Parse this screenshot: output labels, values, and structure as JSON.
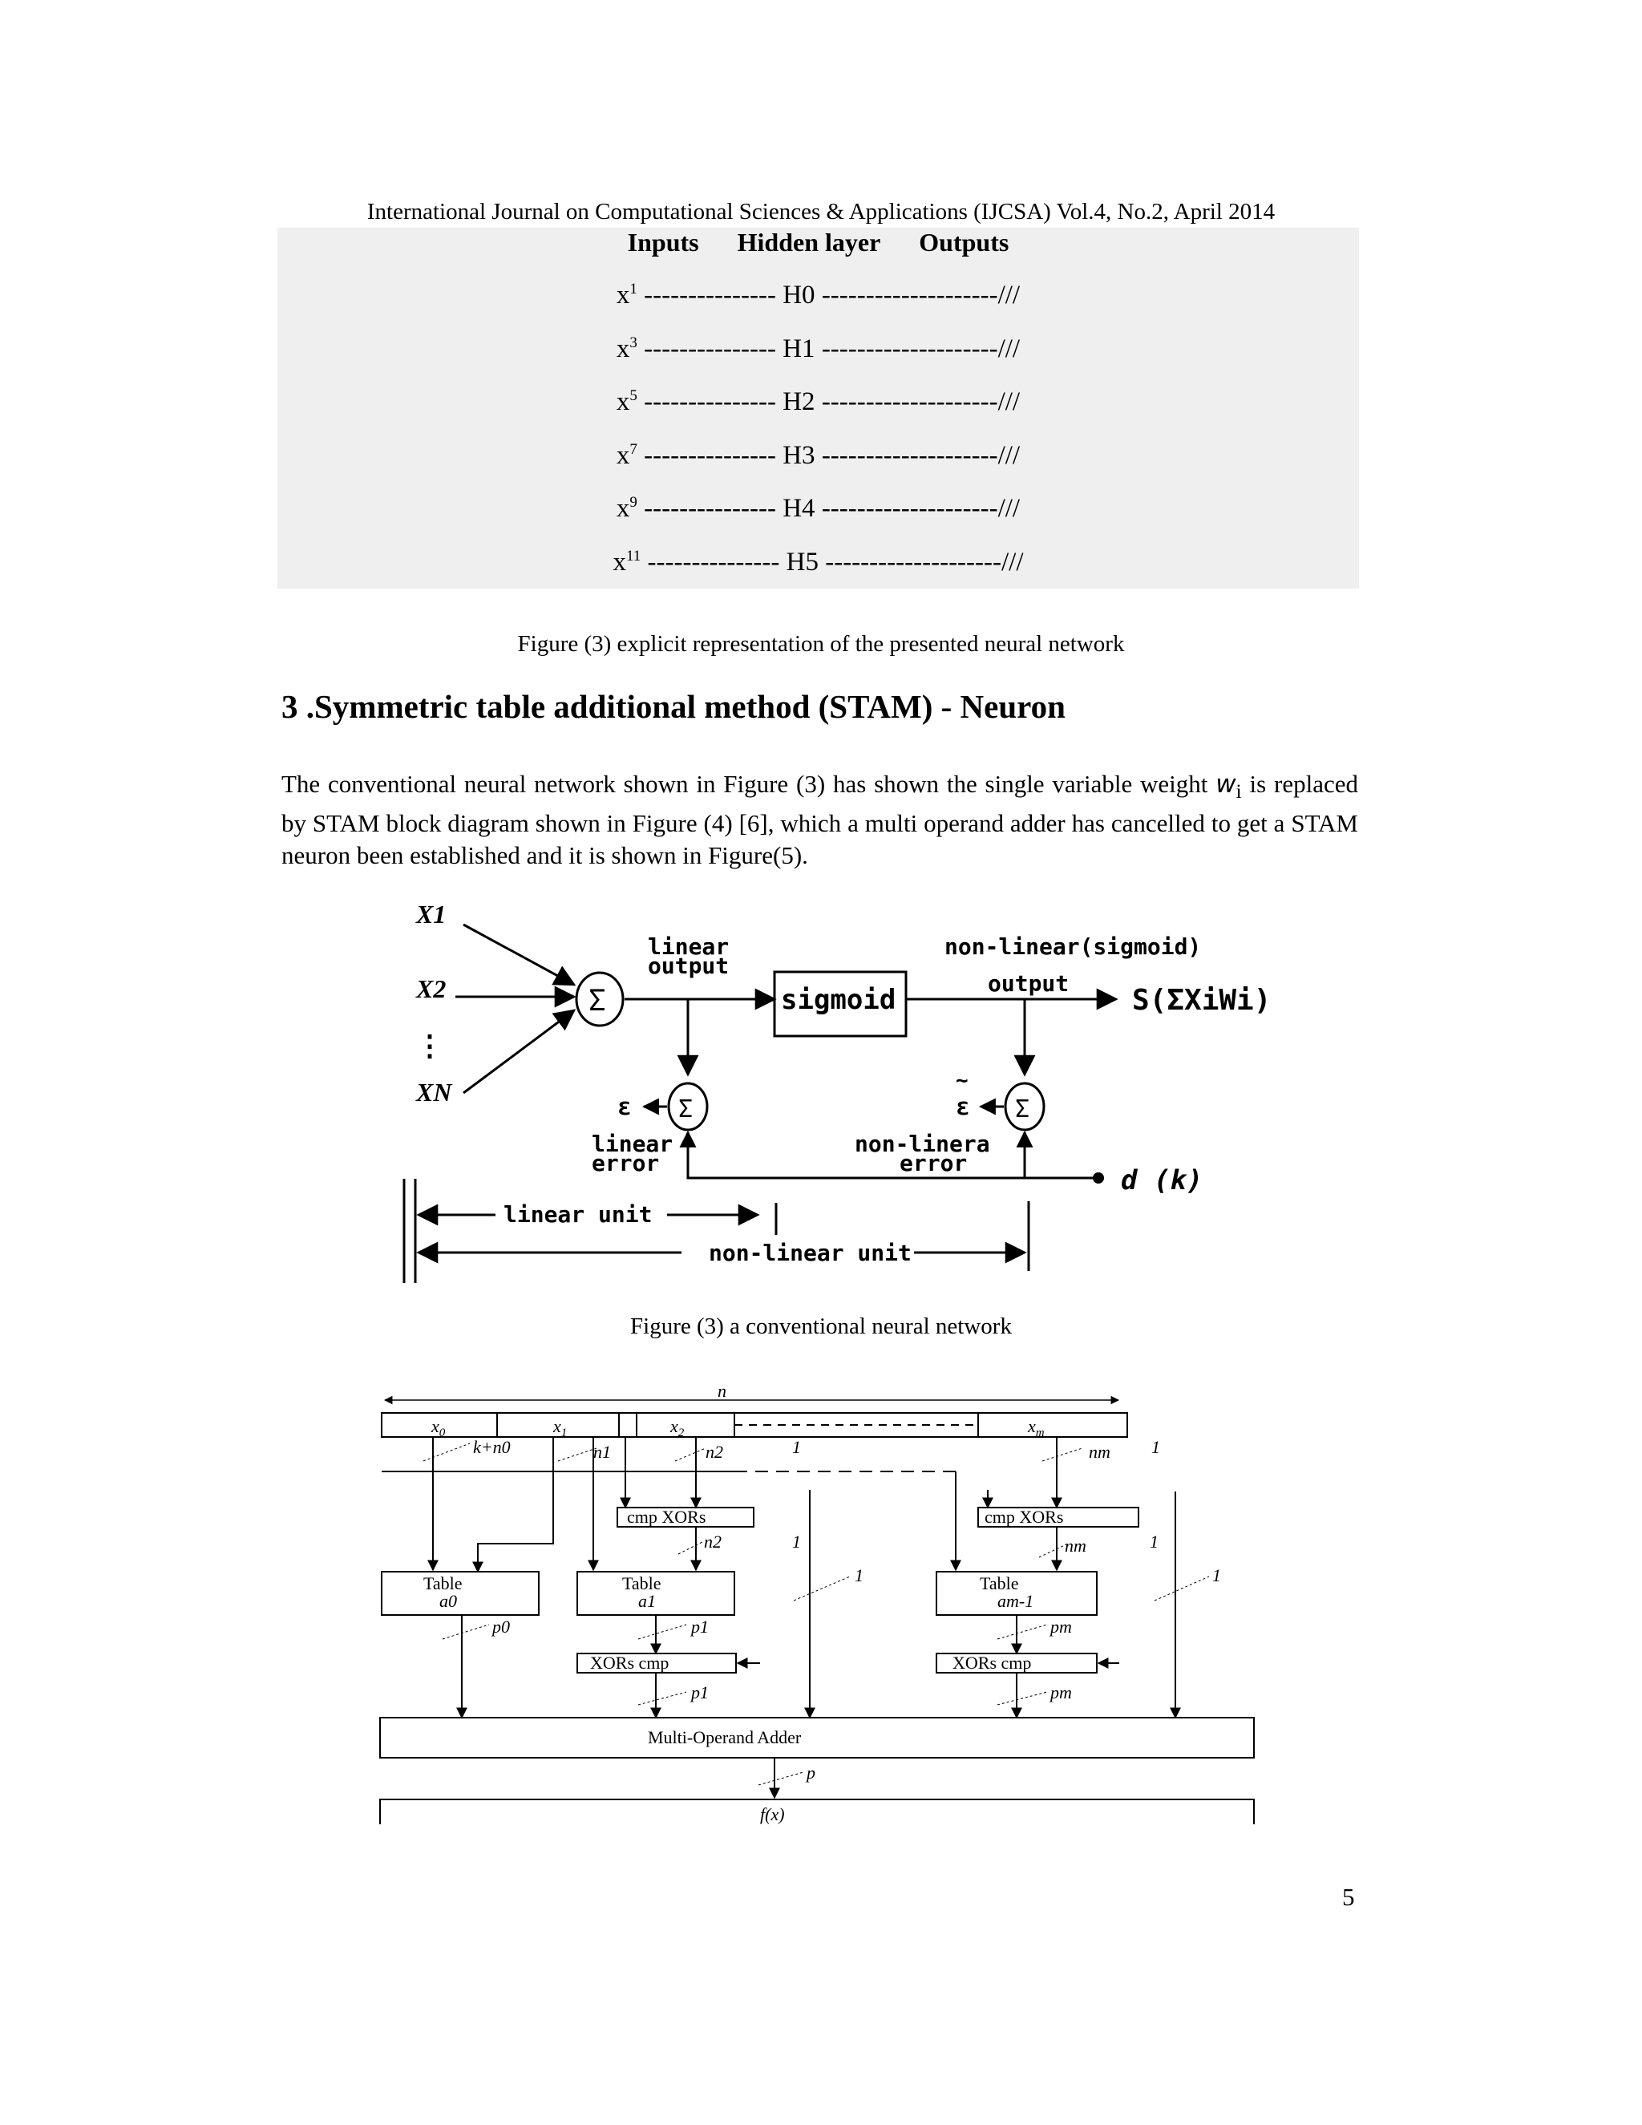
{
  "header": "International Journal on Computational Sciences & Applications (IJCSA) Vol.4, No.2, April 2014",
  "nn_table": {
    "columns": [
      "Inputs",
      "Hidden layer",
      "Outputs"
    ],
    "rows": [
      {
        "input": "x",
        "exp": "1",
        "connector": " --------------- ",
        "hidden": "H0",
        "output": " --------------------///"
      },
      {
        "input": "x",
        "exp": "3",
        "connector": " --------------- ",
        "hidden": "H1",
        "output": " --------------------///"
      },
      {
        "input": "x",
        "exp": "5",
        "connector": " --------------- ",
        "hidden": "H2",
        "output": " --------------------///"
      },
      {
        "input": "x",
        "exp": "7",
        "connector": " --------------- ",
        "hidden": "H3",
        "output": " --------------------///"
      },
      {
        "input": "x",
        "exp": "9",
        "connector": " --------------- ",
        "hidden": "H4",
        "output": " --------------------///"
      },
      {
        "input": "x",
        "exp": "11",
        "connector": " --------------- ",
        "hidden": "H5",
        "output": " --------------------///"
      }
    ]
  },
  "figure1_caption": "Figure (3) explicit representation of the presented neural network",
  "section_title": "3 .Symmetric table additional method (STAM) - Neuron",
  "paragraph": {
    "part1": "The conventional neural network shown in Figure (3) has shown the single variable weight ",
    "weight": "w",
    "sub": "i",
    "part2": " is replaced by STAM block diagram shown in Figure (4) [6], which a multi operand adder has cancelled to get a STAM neuron been established and it is shown in Figure(5)."
  },
  "fig2": {
    "inputs": [
      "X1",
      "X2",
      "XN"
    ],
    "dots": "⋮",
    "sigma": "Σ",
    "linear_output": [
      "linear",
      "output"
    ],
    "sigmoid": "sigmoid",
    "nonlinear_output": [
      "non-linear(sigmoid)",
      "output"
    ],
    "result": "S(ΣXiWi)",
    "epsilon": "ε",
    "epsilon_tilde": "~",
    "linear_error": [
      "linear",
      "error"
    ],
    "nonlinear_error": [
      "non-linera",
      "error"
    ],
    "desired": "d (k)",
    "linear_unit": "linear unit",
    "nonlinear_unit": "non-linear unit"
  },
  "figure2_caption": "Figure (3) a conventional neural network",
  "fig3": {
    "n": "n",
    "x_fields": [
      "x",
      "x",
      "x",
      "x"
    ],
    "x_subs": [
      "0",
      "1",
      "2",
      "m"
    ],
    "top_widths": [
      "k+n0",
      "n1",
      "n2",
      "1",
      "nm",
      "1"
    ],
    "cmp_xors": "cmp XORs",
    "cmp_widths": [
      "n2",
      "1",
      "nm",
      "1"
    ],
    "tables": [
      "Table",
      "Table",
      "Table"
    ],
    "table_subs": [
      "a0",
      "a1",
      "am-1"
    ],
    "table_out": [
      "p0",
      "p1",
      "pm"
    ],
    "side_widths": [
      "1",
      "1"
    ],
    "xors_cmp": "XORs cmp",
    "xors_out": [
      "p1",
      "pm"
    ],
    "adder": "Multi-Operand Adder",
    "adder_out": "p",
    "result": "f(x)"
  },
  "page_number": "5"
}
